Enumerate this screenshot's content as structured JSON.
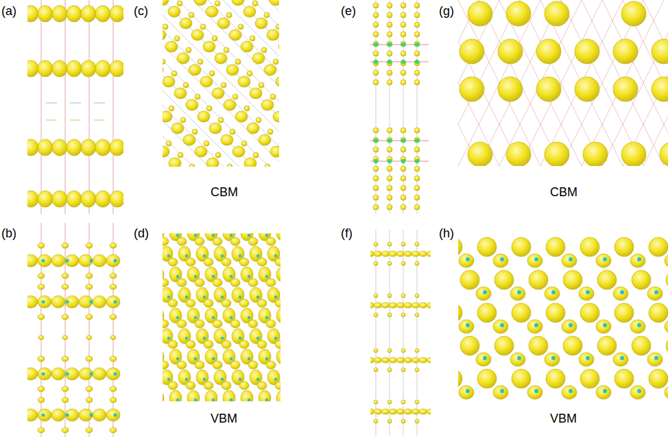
{
  "diagram": {
    "labels": [
      "(a)",
      "(c)",
      "CBM",
      "(e)",
      "(g)",
      "CBM",
      "(b)",
      "(d)",
      "VBM",
      "(f)",
      "(h)",
      "VBM"
    ]
  }
}
